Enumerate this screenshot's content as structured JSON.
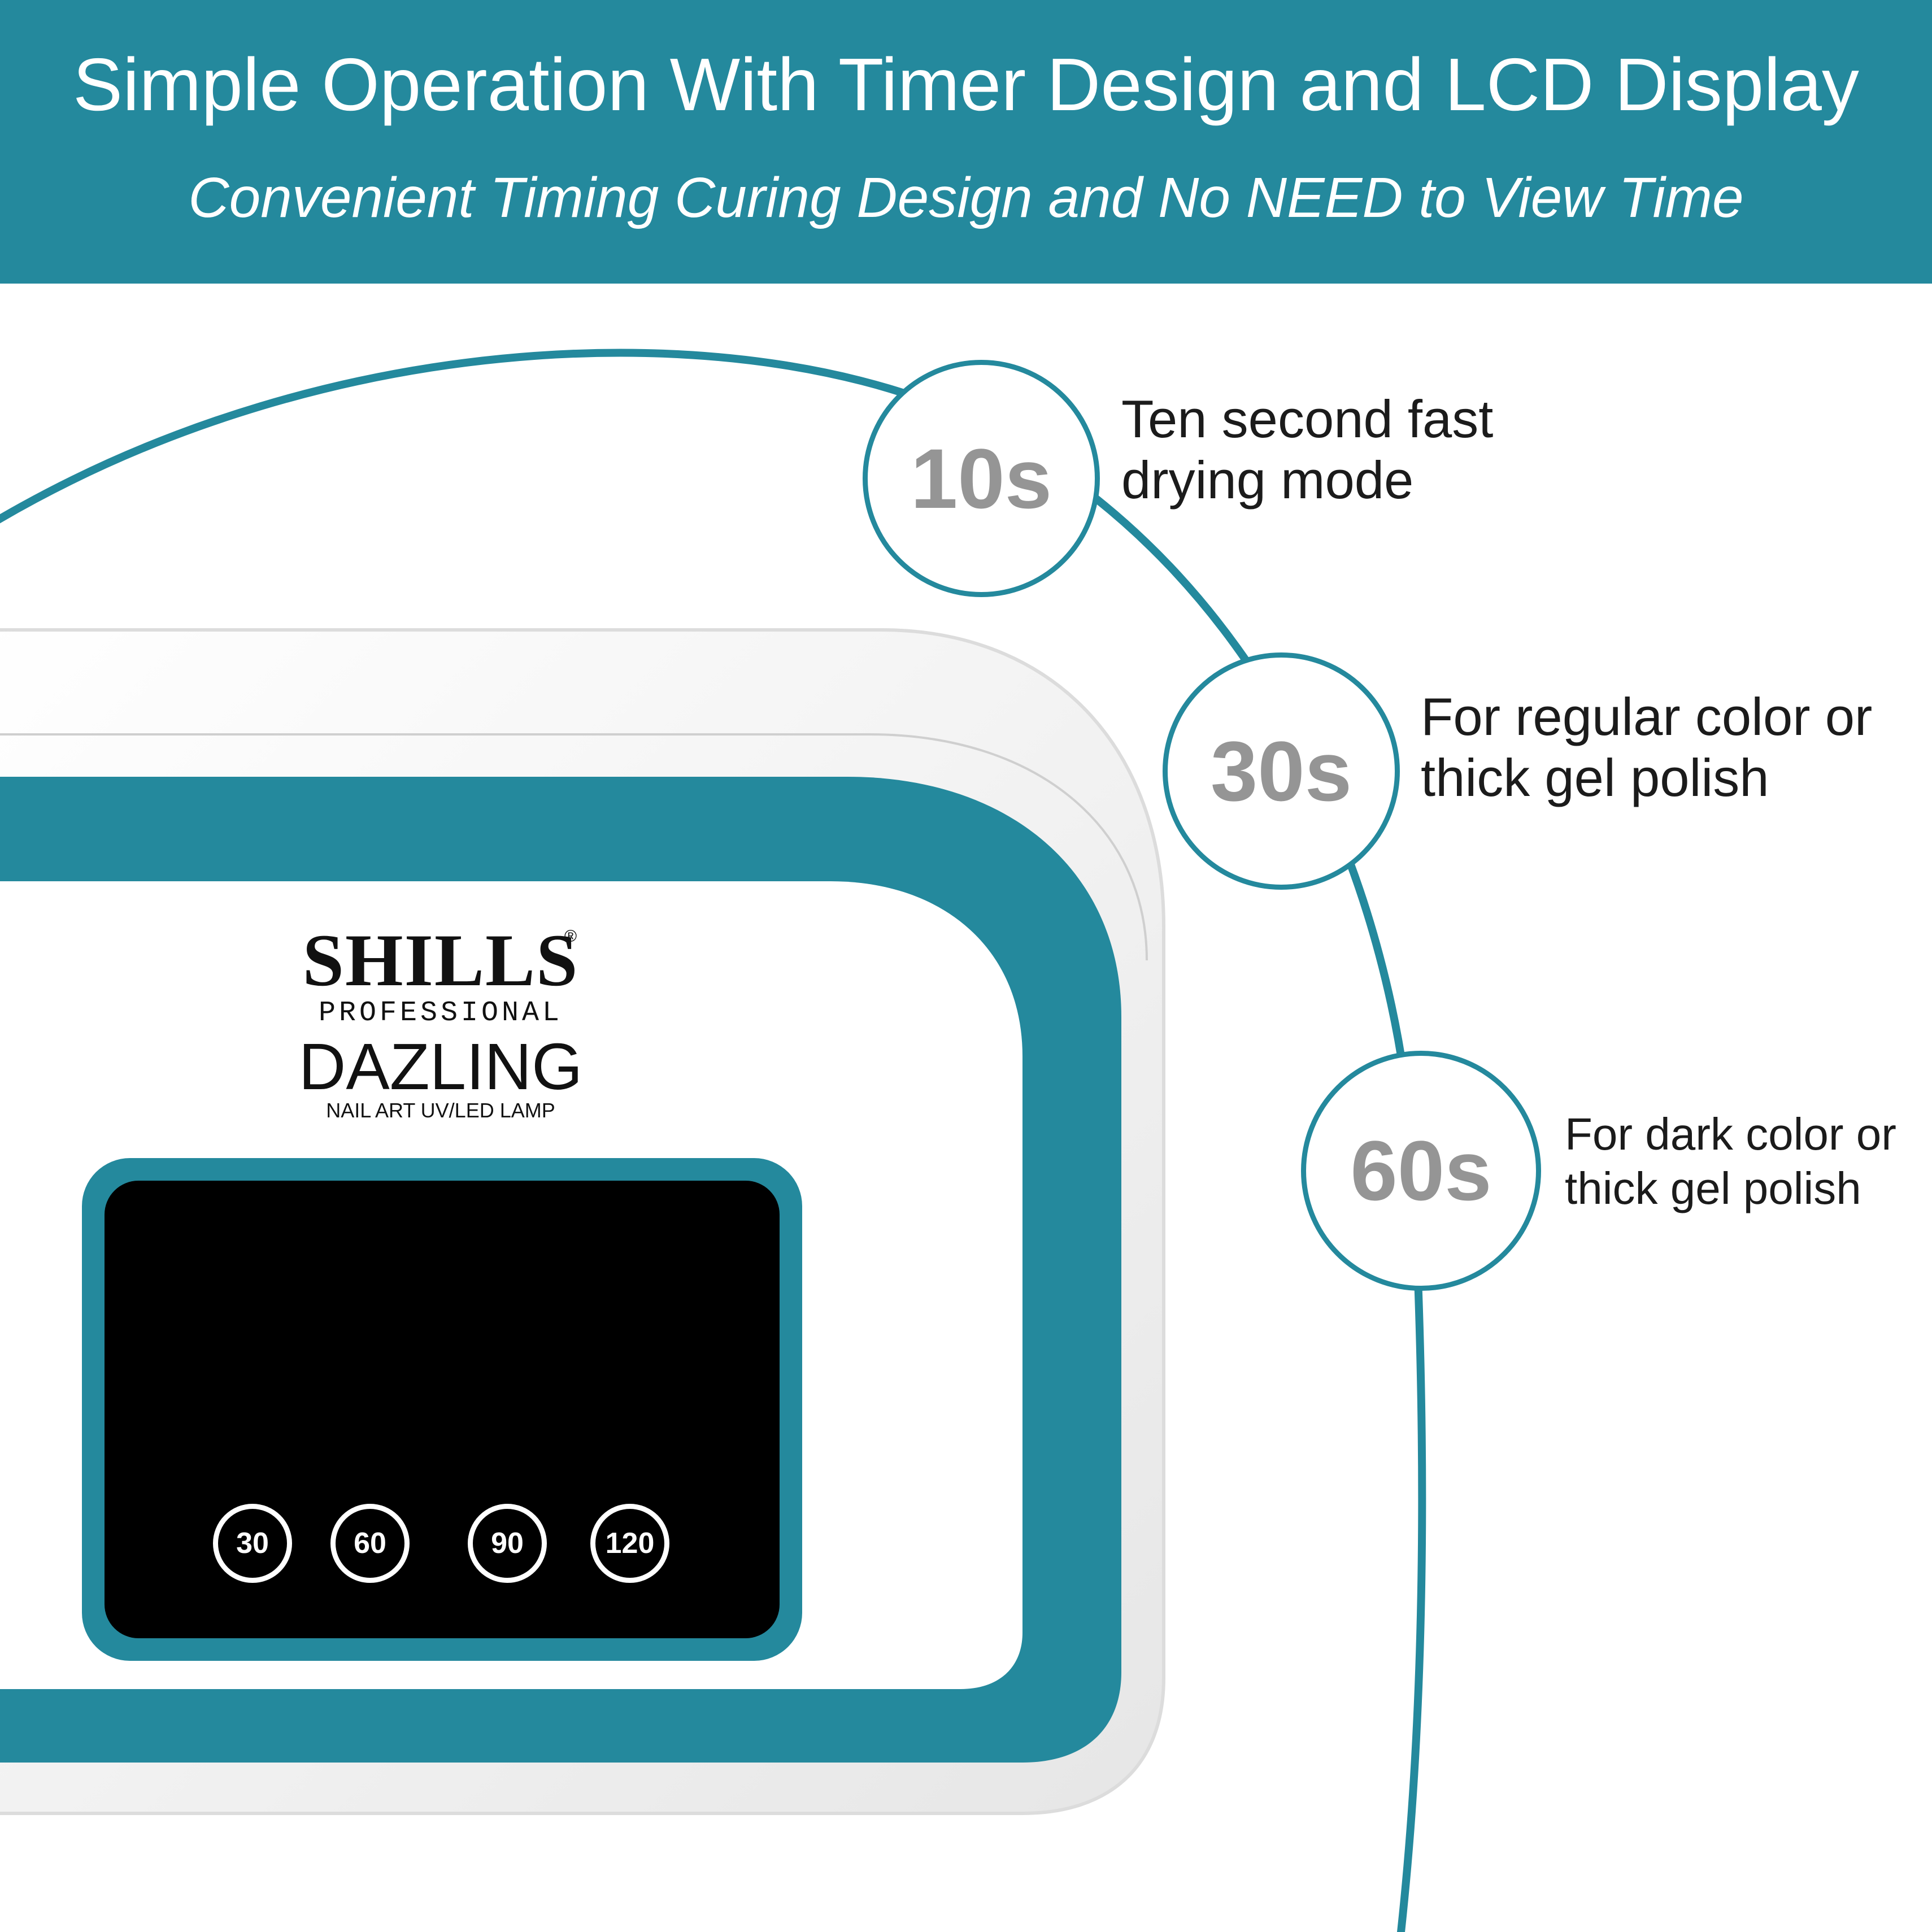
{
  "banner": {
    "title": "Simple Operation With Timer Design and LCD Display",
    "subtitle": "Convenient Timing Curing Design and No NEED to View Time"
  },
  "device": {
    "brand": "SHILLS",
    "registered": "®",
    "line": "PROFESSIONAL",
    "model": "DAZLING",
    "description": "NAIL ART UV/LED LAMP",
    "timer_buttons": [
      "30",
      "60",
      "90",
      "120"
    ]
  },
  "features": [
    {
      "label": "10s",
      "line1": "Ten second fast",
      "line2": "drying mode"
    },
    {
      "label": "30s",
      "line1": "For regular color or",
      "line2": "thick gel polish"
    },
    {
      "label": "60s",
      "line1": "For dark color or",
      "line2": "thick gel polish"
    }
  ],
  "colors": {
    "accent": "#24899d",
    "screen": "#000000",
    "badge_text": "#959595"
  }
}
